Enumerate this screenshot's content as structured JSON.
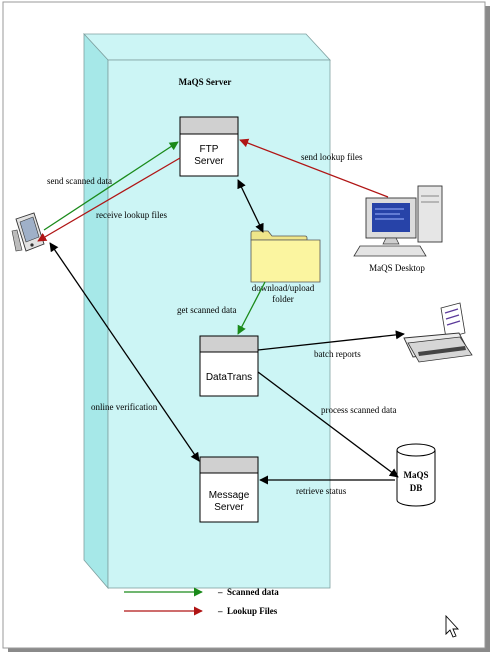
{
  "server": {
    "title": "MaQS Server"
  },
  "nodes": {
    "ftp": {
      "line1": "FTP",
      "line2": "Server"
    },
    "datatrans": {
      "label": "DataTrans"
    },
    "message": {
      "line1": "Message",
      "line2": "Server"
    },
    "folder": {
      "line1": "download/upload",
      "line2": "folder"
    },
    "desktop": {
      "label": "MaQS Desktop"
    },
    "db": {
      "line1": "MaQS",
      "line2": "DB"
    }
  },
  "edges": {
    "send_scanned": "send scanned data",
    "receive_lookup": "receive lookup files",
    "send_lookup": "send lookup files",
    "get_scanned": "get scanned data",
    "batch_reports": "batch reports",
    "online_verification": "online verification",
    "process_scanned": "process scanned data",
    "retrieve_status": "retrieve status"
  },
  "legend": {
    "items": [
      {
        "label": "Scanned data",
        "color": "#1a8a1a"
      },
      {
        "label": "Lookup Files",
        "color": "#b01515"
      }
    ]
  },
  "colors": {
    "server_fill": "#ccf5f5",
    "server_side": "#a6e8e8",
    "folder": "#fbf5a0",
    "green": "#1a8a1a",
    "red": "#b01515",
    "black": "#000000"
  }
}
